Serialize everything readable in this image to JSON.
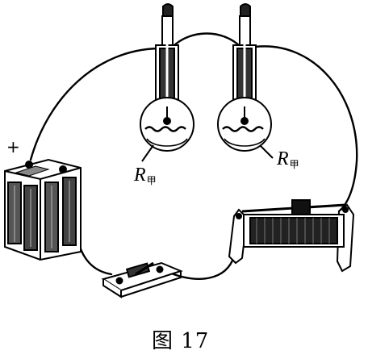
{
  "labels": {
    "plus": "+",
    "resistor_left": {
      "symbol": "R",
      "sub": "甲"
    },
    "resistor_right": {
      "symbol": "R",
      "sub": "甲"
    },
    "caption": "图 17"
  },
  "components": {
    "left_flask": "flask-with-thermometer",
    "right_flask": "flask-with-thermometer",
    "battery": "battery-pack",
    "switch": "knife-switch",
    "rheostat": "sliding-rheostat"
  }
}
